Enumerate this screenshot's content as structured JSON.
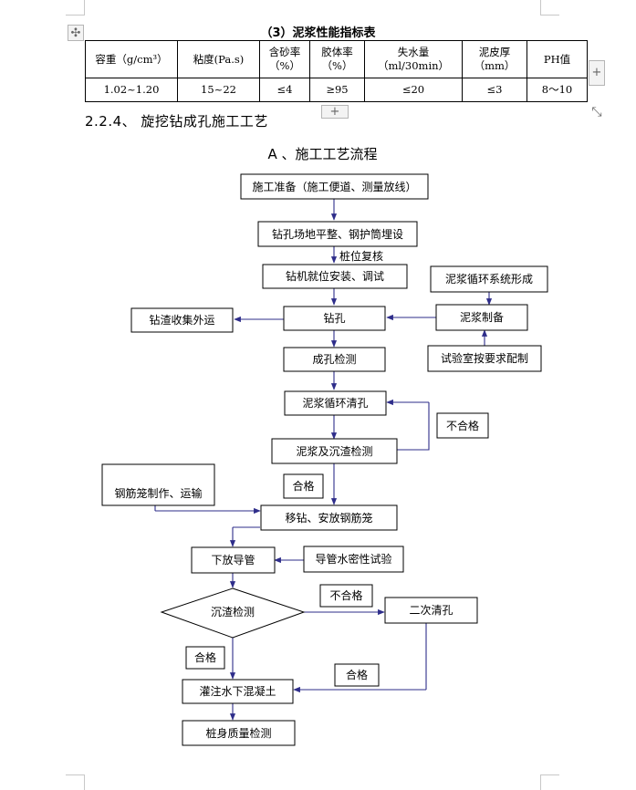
{
  "table": {
    "title": "（3）泥浆性能指标表",
    "headers": [
      "容重（g/cm³）",
      "粘度(Pa.s)",
      "含砂率（%）",
      "胶体率（%）",
      "失水量（ml/30min）",
      "泥皮厚（mm）",
      "PH值"
    ],
    "values": [
      "1.02~1.20",
      "15~22",
      "≤4",
      "≥95",
      "≤20",
      "≤3",
      "8～10"
    ]
  },
  "section": {
    "heading": "2.2.4、  旋挖钻成孔施工工艺"
  },
  "flow": {
    "title": "A 、施工工艺流程",
    "steps": {
      "prep": "施工准备（施工便道、测量放线）",
      "site": "钻孔场地平整、钢护筒埋设",
      "pile_recheck": "桩位复核",
      "rig": "钻机就位安装、调试",
      "slurry_system": "泥浆循环系统形成",
      "drill": "钻孔",
      "slurry_make": "泥浆制备",
      "residue_out": "钻渣收集外运",
      "hole_check": "成孔检测",
      "lab_mix": "试验室按要求配制",
      "clean": "泥浆循环清孔",
      "fail1": "不合格",
      "slurry_check": "泥浆及沉渣检测",
      "pass1": "合格",
      "cage_make": "钢筋笼制作、运输",
      "move_cage": "移钻、安放钢筋笼",
      "tube_down": "下放导管",
      "tube_test": "导管水密性试验",
      "fail2": "不合格",
      "sediment_check": "沉渣检测",
      "second_clean": "二次清孔",
      "pass2": "合格",
      "pass3": "合格",
      "pour": "灌注水下混凝土",
      "pile_quality": "桩身质量检测"
    }
  },
  "ui": {
    "move_handle": "✣",
    "add_col": "+",
    "add_row": "+",
    "resize": "⤡"
  }
}
